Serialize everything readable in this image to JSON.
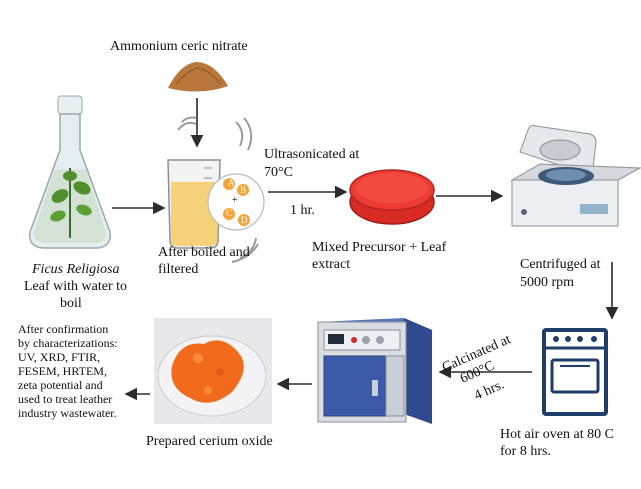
{
  "diagram": {
    "reagent_label": "Ammonium ceric nitrate",
    "flask": {
      "species": "Ficus Religiosa",
      "caption_line1": "Leaf with water to",
      "caption_line2": "boil"
    },
    "beaker": {
      "caption_line1": "After boiled and",
      "caption_line2": "filtered",
      "bubble_a": "A",
      "bubble_b": "B",
      "bubble_plus": "+",
      "bubble_c": "C",
      "bubble_d": "D"
    },
    "ultrasonication": {
      "line1": "Ultrasonicated at",
      "line2": "70°C",
      "duration": "1 hr."
    },
    "petri": {
      "caption_line1": "Mixed Precursor + Leaf",
      "caption_line2": "extract"
    },
    "centrifuge": {
      "caption_line1": "Centrifuged at",
      "caption_line2": "5000 rpm"
    },
    "oven": {
      "caption_line1": "Hot air oven at 80 C",
      "caption_line2": "for 8 hrs."
    },
    "calcination": {
      "line1": "Calcinated at",
      "line2": "600°C",
      "line3": "4 hrs."
    },
    "product": {
      "caption": "Prepared cerium oxide"
    },
    "application": {
      "lines": [
        "After confirmation",
        "by  characterizations:",
        "UV, XRD, FTIR,",
        "FESEM, HRTEM,",
        "zeta potential and",
        "used to treat leather",
        "industry wastewater."
      ]
    },
    "colors": {
      "arrow": "#2b2b2b",
      "solution": "#f5d27a",
      "precursor": "#e8322b",
      "cerium_oxide": "#f26a1b",
      "furnace_blue": "#3d5aa8",
      "oven_navy": "#1f3d6b"
    }
  }
}
